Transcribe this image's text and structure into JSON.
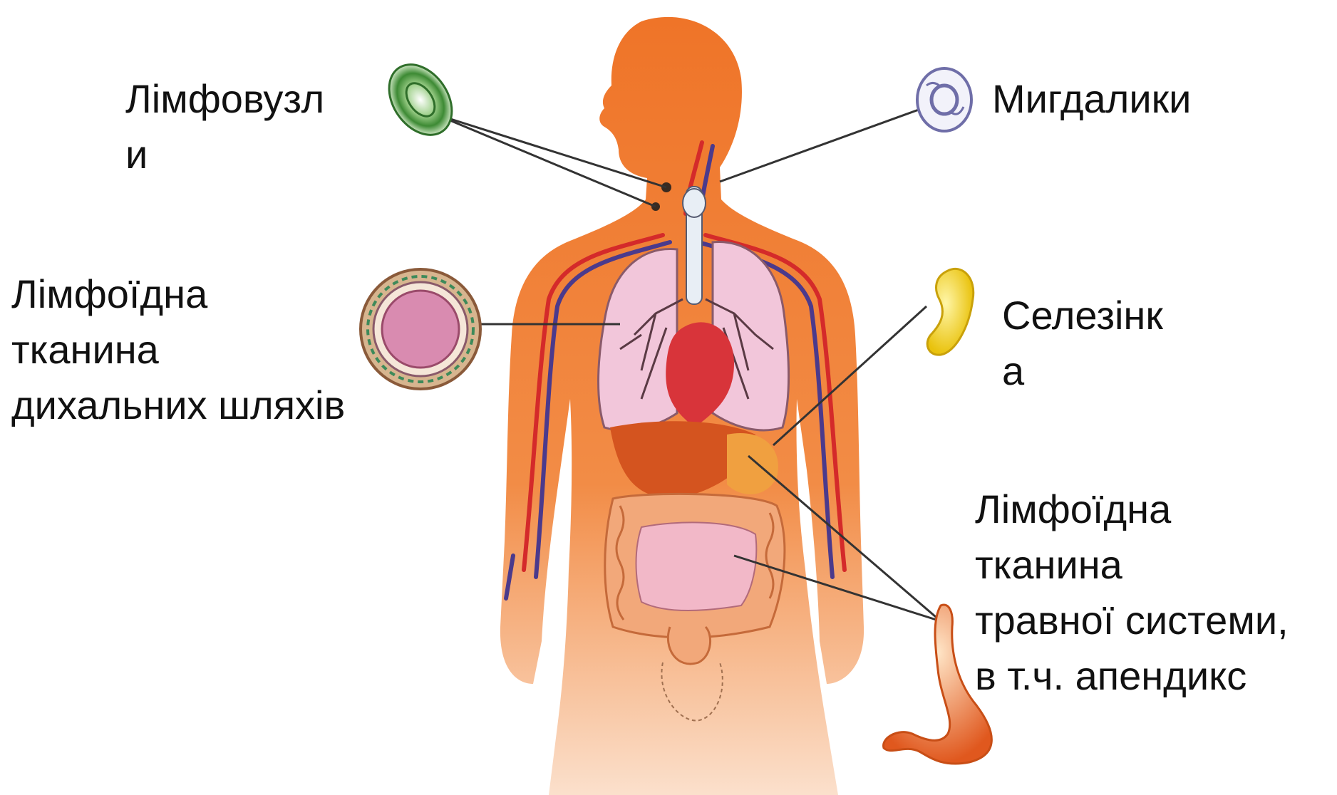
{
  "labels": {
    "lymph_nodes": [
      "Лімфовузл",
      "и"
    ],
    "tonsils": [
      "Мигдалики"
    ],
    "respiratory_tissue": [
      "Лімфоїдна",
      "тканина",
      "дихальних шляхів"
    ],
    "spleen": [
      "Селезінк",
      "а"
    ],
    "digestive_tissue": [
      "Лімфоїдна",
      "тканина",
      "травної системи,",
      "в т.ч. апендикс"
    ]
  },
  "colors": {
    "body": "#f07a2e",
    "body_light": "#f9c9a6",
    "lung": "#f2c6da",
    "lung_outline": "#8a5a6a",
    "heart": "#d8343a",
    "liver": "#d4541f",
    "vein": "#4b3a8c",
    "artery": "#d42a2a",
    "intestine": "#f2a87a",
    "spleen": "#f3d31f",
    "lymph_node": "#5aa24a",
    "tonsil": "#8a88b8",
    "airway_section": "#d98bb0",
    "leader_line": "#333333"
  },
  "icons": [
    "lymph-node-icon",
    "tonsil-icon",
    "airway-cross-section-icon",
    "spleen-icon",
    "appendix-icon"
  ]
}
